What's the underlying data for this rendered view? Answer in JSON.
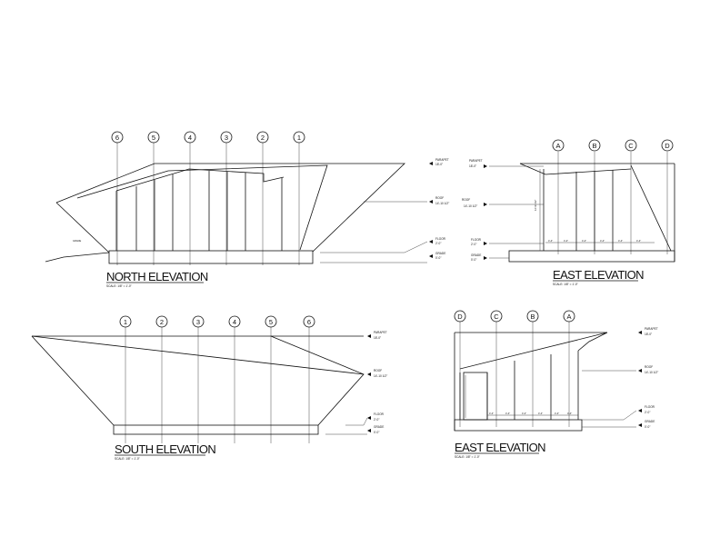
{
  "drawings": {
    "north": {
      "title": "NORTH ELEVATION",
      "scale": "SCALE: 1/8\" = 1'-0\"",
      "grid": [
        "6",
        "5",
        "4",
        "3",
        "2",
        "1"
      ],
      "levels": [
        {
          "name": "PARAPET",
          "value": "18'-0\""
        },
        {
          "name": "ROOF",
          "value": "14'-10 1/2\""
        },
        {
          "name": "FLOOR",
          "value": "2'-0\""
        },
        {
          "name": "GRADE",
          "value": "0'-0\""
        }
      ],
      "note": "GRADE"
    },
    "east_top": {
      "title": "EAST ELEVATION",
      "scale": "SCALE: 1/8\" = 1'-0\"",
      "grid": [
        "A",
        "B",
        "C",
        "D"
      ],
      "levels": [
        {
          "name": "PARAPET",
          "value": "18'-0\""
        },
        {
          "name": "ROOF",
          "value": "14'-10 1/2\""
        },
        {
          "name": "FLOOR",
          "value": "2'-0\""
        },
        {
          "name": "GRADE",
          "value": "0'-0\""
        }
      ],
      "height_dim": "12'-10 1/2\"",
      "spacings": [
        "4'-4\"",
        "4'-4\"",
        "4'-4\"",
        "4'-4\"",
        "4'-4\"",
        "4'-4\""
      ]
    },
    "south": {
      "title": "SOUTH ELEVATION",
      "scale": "SCALE: 1/8\" = 1'-0\"",
      "grid": [
        "1",
        "2",
        "3",
        "4",
        "5",
        "6"
      ],
      "levels": [
        {
          "name": "PARAPET",
          "value": "18'-0\""
        },
        {
          "name": "ROOF",
          "value": "14'-10 1/2\""
        },
        {
          "name": "FLOOR",
          "value": "2'-0\""
        },
        {
          "name": "GRADE",
          "value": "0'-0\""
        }
      ]
    },
    "east_bottom": {
      "title": "EAST ELEVATION",
      "scale": "SCALE: 1/8\" = 1'-0\"",
      "grid": [
        "D",
        "C",
        "B",
        "A"
      ],
      "levels": [
        {
          "name": "PARAPET",
          "value": "18'-0\""
        },
        {
          "name": "ROOF",
          "value": "14'-10 1/2\""
        },
        {
          "name": "FLOOR",
          "value": "2'-0\""
        },
        {
          "name": "GRADE",
          "value": "0'-0\""
        }
      ],
      "spacings": [
        "4'-4\"",
        "4'-4\"",
        "4'-4\"",
        "4'-4\"",
        "4'-4\"",
        "4'-4\""
      ]
    }
  }
}
